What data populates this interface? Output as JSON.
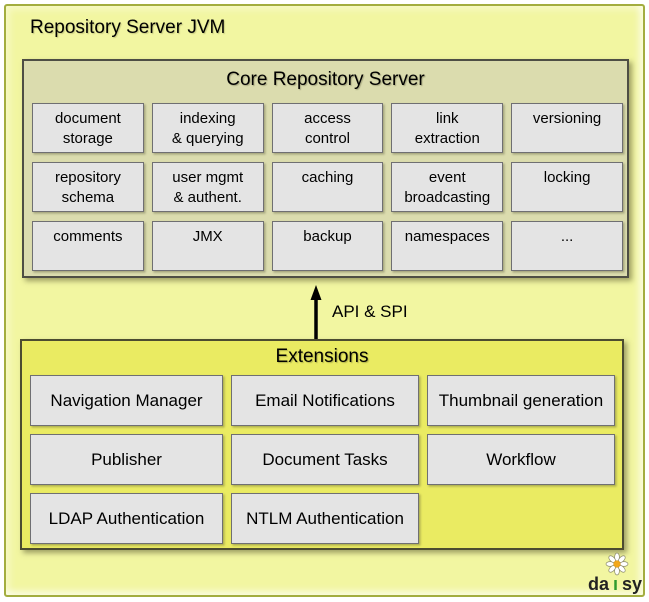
{
  "window": {
    "title": "Repository Server JVM"
  },
  "core": {
    "title": "Core Repository Server",
    "cells": [
      "document\nstorage",
      "indexing\n& querying",
      "access\ncontrol",
      "link\nextraction",
      "versioning",
      "repository\nschema",
      "user mgmt\n& authent.",
      "caching",
      "event\nbroadcasting",
      "locking",
      "comments",
      "JMX",
      "backup",
      "namespaces",
      "..."
    ]
  },
  "connector": {
    "label": "API & SPI"
  },
  "extensions": {
    "title": "Extensions",
    "cells": [
      "Navigation Manager",
      "Email Notifications",
      "Thumbnail generation",
      "Publisher",
      "Document Tasks",
      "Workflow",
      "LDAP Authentication",
      "NTLM Authentication"
    ]
  },
  "logo": {
    "left": "da",
    "i": "ı",
    "right": "sy"
  },
  "colors": {
    "outer_background": "#F2F6A1",
    "outer_border": "#A3AD3F",
    "core_background": "#DBDCAE",
    "core_border": "#4E4E44",
    "cell_background": "#E4E4E4",
    "cell_border": "#6F6F72",
    "extensions_background": "#EAEB62",
    "extensions_border": "#4C4C30",
    "arrow": "#000000",
    "logo_text": "#222222",
    "logo_stem": "#2E9B2E",
    "logo_flower_center": "#F2A71B"
  }
}
